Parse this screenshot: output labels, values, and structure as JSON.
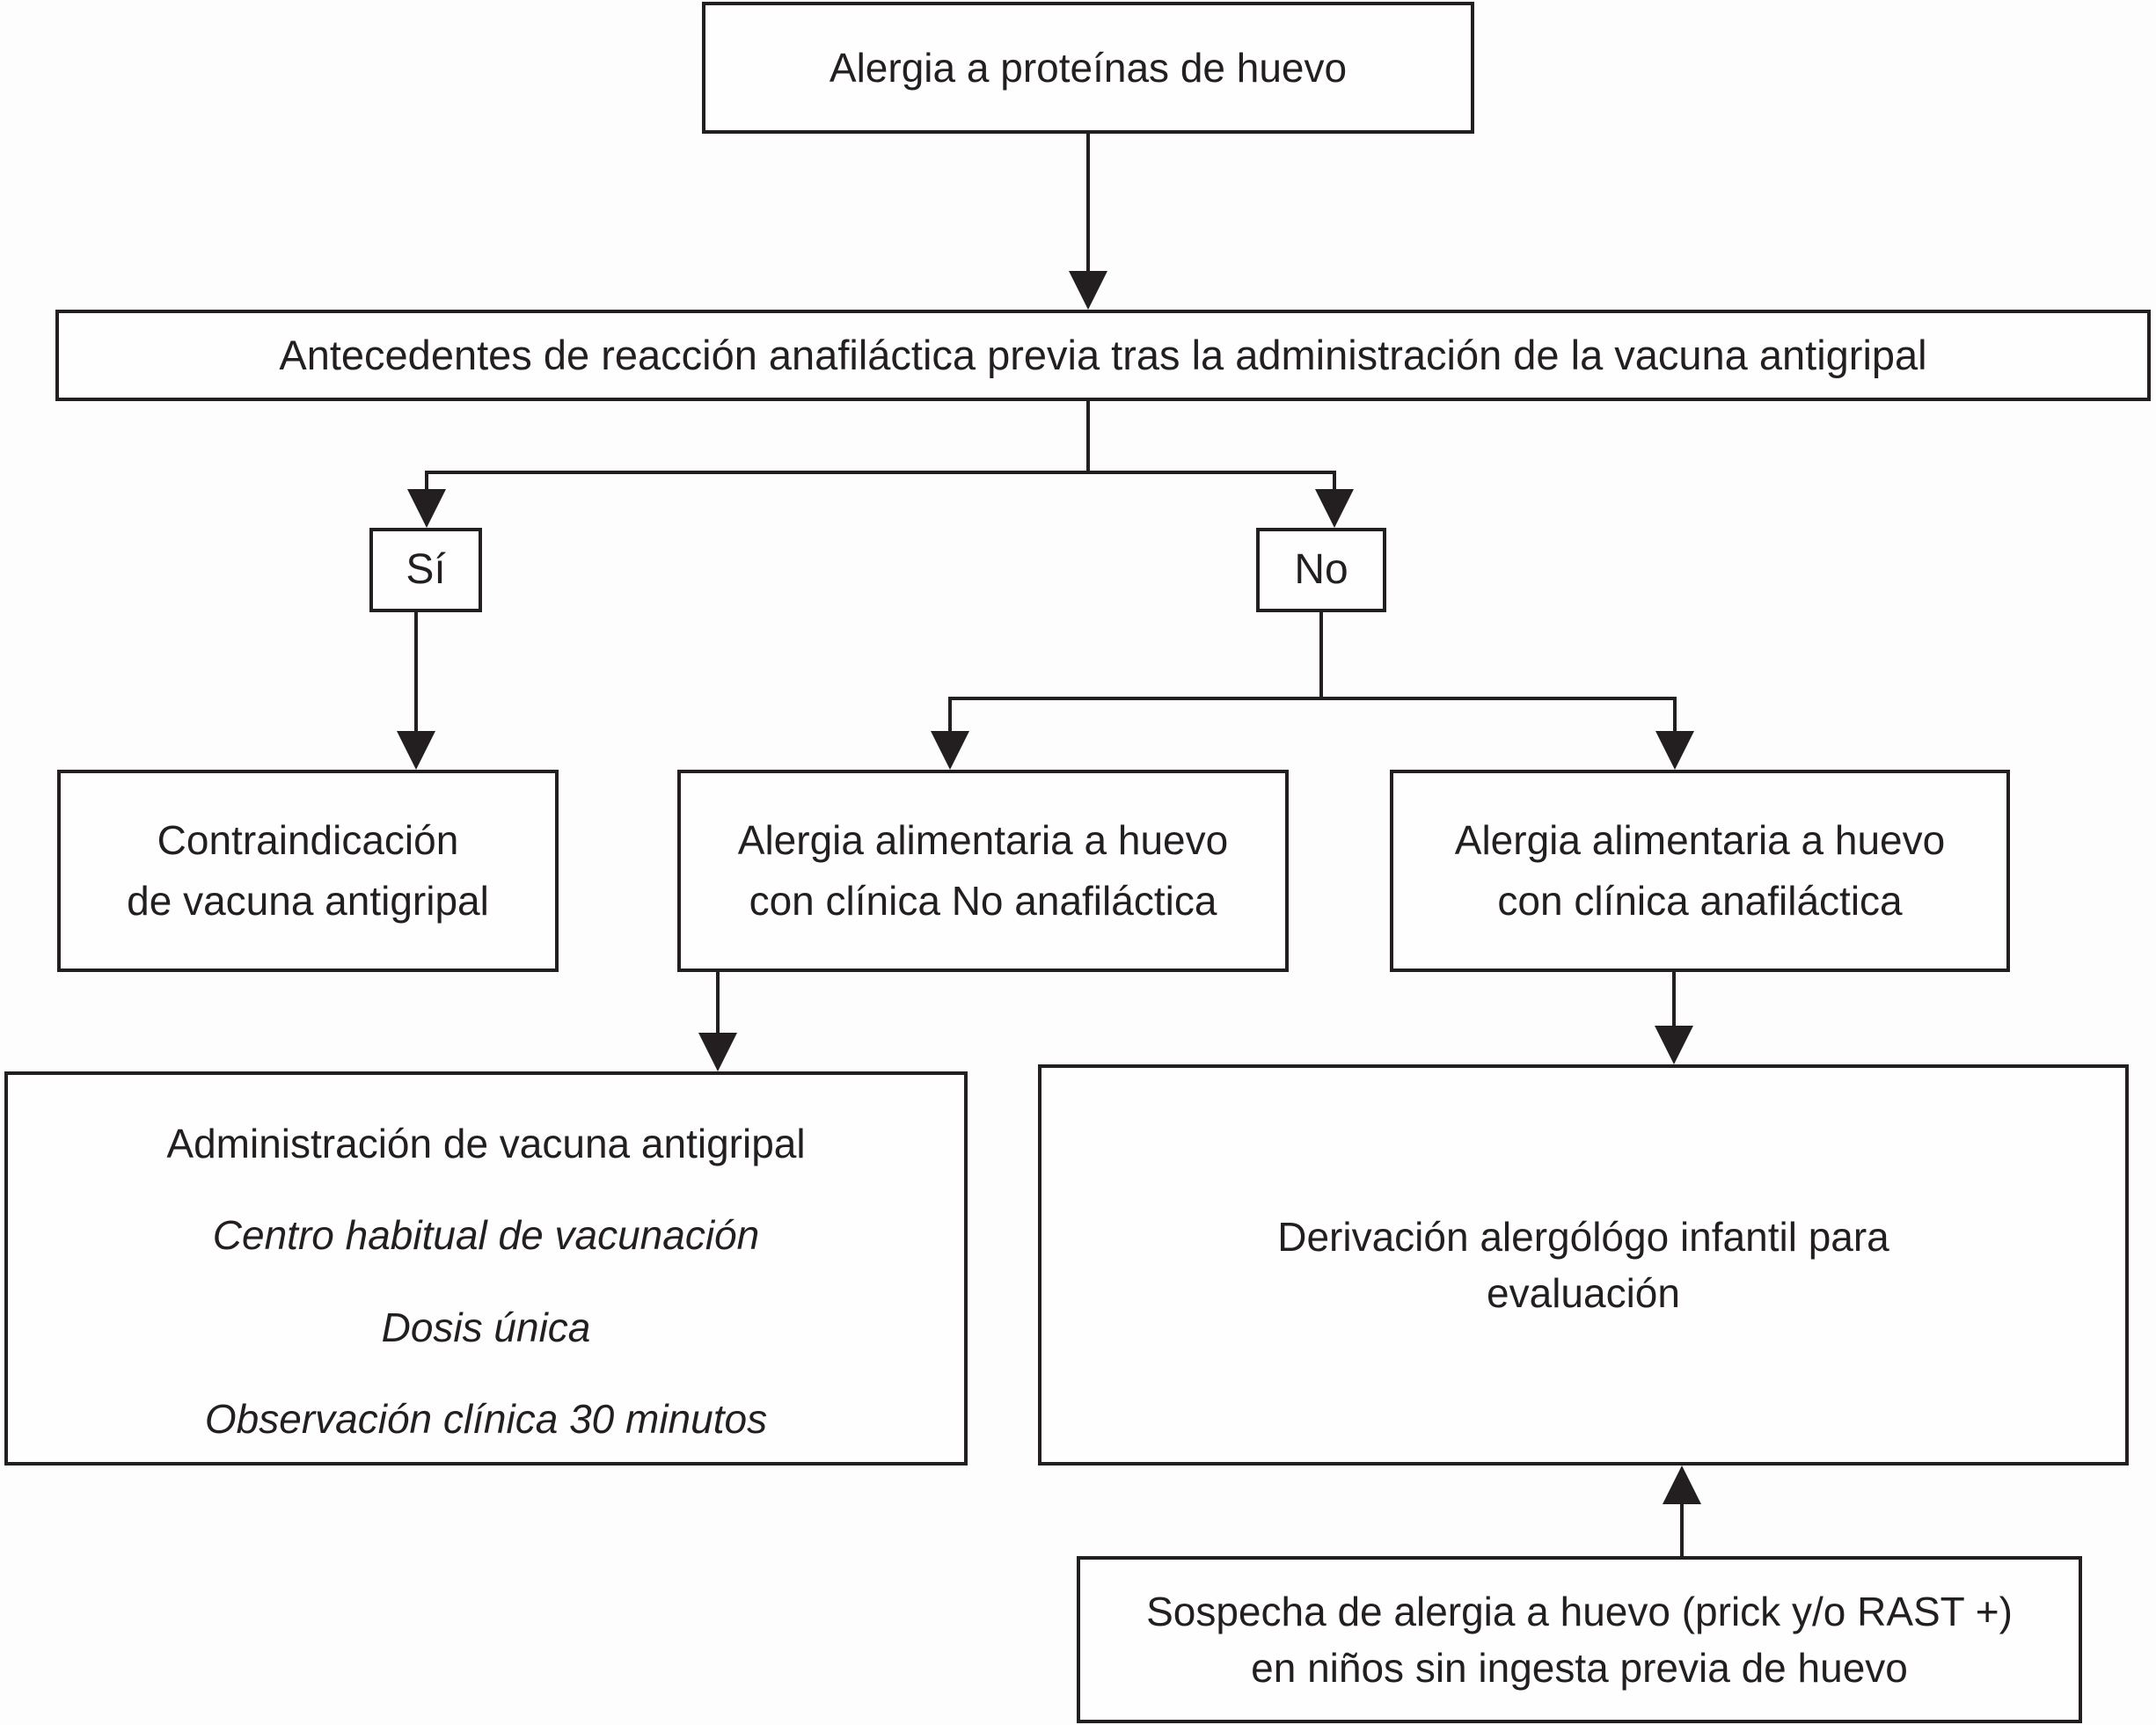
{
  "diagram": {
    "type": "flowchart",
    "language": "es",
    "colors": {
      "line": "#231f20",
      "background": "#fdfdfd",
      "box_fill": "#fefefe",
      "text": "#231f20"
    },
    "nodes": {
      "egg_allergy": {
        "text": "Alergia a proteínas de huevo"
      },
      "history": {
        "text": "Antecedentes de reacción anafiláctica previa tras la administración de la vacuna antigripal"
      },
      "yes": {
        "text": "Sí"
      },
      "no": {
        "text": "No"
      },
      "contraindication": {
        "lines": [
          "Contraindicación",
          "de vacuna antigripal"
        ]
      },
      "non_anaphylactic": {
        "lines": [
          "Alergia alimentaria a huevo",
          "con clínica No anafiláctica"
        ]
      },
      "anaphylactic": {
        "lines": [
          "Alergia alimentaria a huevo",
          "con clínica anafiláctica"
        ]
      },
      "administration": {
        "line1": "Administración de vacuna antigripal",
        "line2": "Centro habitual de vacunación",
        "line3": "Dosis única",
        "line4": "Observación clínica 30 minutos"
      },
      "referral": {
        "lines": [
          "Derivación alergólógo infantil para",
          "evaluación"
        ]
      },
      "suspicion": {
        "lines": [
          "Sospecha de alergia a huevo (prick y/o RAST +)",
          "en niños sin ingesta previa de huevo"
        ]
      }
    },
    "edges": [
      {
        "from": "egg_allergy",
        "to": "history",
        "direction": "down"
      },
      {
        "from": "history",
        "to": "yes",
        "direction": "down"
      },
      {
        "from": "history",
        "to": "no",
        "direction": "down"
      },
      {
        "from": "yes",
        "to": "contraindication",
        "direction": "down"
      },
      {
        "from": "no",
        "to": "non_anaphylactic",
        "direction": "down"
      },
      {
        "from": "no",
        "to": "anaphylactic",
        "direction": "down"
      },
      {
        "from": "non_anaphylactic",
        "to": "administration",
        "direction": "down"
      },
      {
        "from": "anaphylactic",
        "to": "referral",
        "direction": "down"
      },
      {
        "from": "suspicion",
        "to": "referral",
        "direction": "up"
      }
    ]
  }
}
